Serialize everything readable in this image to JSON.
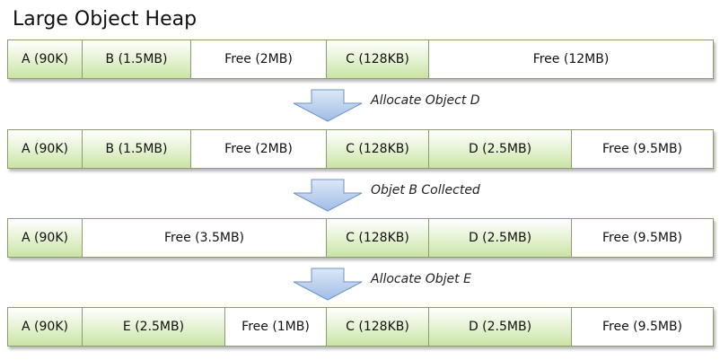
{
  "title": "Large Object Heap",
  "rows": [
    {
      "segments": [
        {
          "label": "A (90K)",
          "kind": "used"
        },
        {
          "label": "B (1.5MB)",
          "kind": "used"
        },
        {
          "label": "Free (2MB)",
          "kind": "free"
        },
        {
          "label": "C (128KB)",
          "kind": "used"
        },
        {
          "label": "Free (12MB)",
          "kind": "free"
        }
      ]
    },
    {
      "segments": [
        {
          "label": "A (90K)",
          "kind": "used"
        },
        {
          "label": "B (1.5MB)",
          "kind": "used"
        },
        {
          "label": "Free (2MB)",
          "kind": "free"
        },
        {
          "label": "C (128KB)",
          "kind": "used"
        },
        {
          "label": "D (2.5MB)",
          "kind": "used"
        },
        {
          "label": "Free (9.5MB)",
          "kind": "free"
        }
      ]
    },
    {
      "segments": [
        {
          "label": "A (90K)",
          "kind": "used"
        },
        {
          "label": "Free (3.5MB)",
          "kind": "free"
        },
        {
          "label": "C (128KB)",
          "kind": "used"
        },
        {
          "label": "D (2.5MB)",
          "kind": "used"
        },
        {
          "label": "Free (9.5MB)",
          "kind": "free"
        }
      ]
    },
    {
      "segments": [
        {
          "label": "A (90K)",
          "kind": "used"
        },
        {
          "label": "E (2.5MB)",
          "kind": "used"
        },
        {
          "label": "Free (1MB)",
          "kind": "free"
        },
        {
          "label": "C (128KB)",
          "kind": "used"
        },
        {
          "label": "D (2.5MB)",
          "kind": "used"
        },
        {
          "label": "Free (9.5MB)",
          "kind": "free"
        }
      ]
    }
  ],
  "steps": [
    {
      "label": "Allocate Object D"
    },
    {
      "label": "Objet B Collected"
    },
    {
      "label": "Allocate Objet E"
    }
  ],
  "colors": {
    "used_fill": "#c9e4a4",
    "free_fill": "#ffffff",
    "border": "#8c9c70",
    "arrow_fill": "#a9c6ea",
    "arrow_stroke": "#6f93c4"
  }
}
